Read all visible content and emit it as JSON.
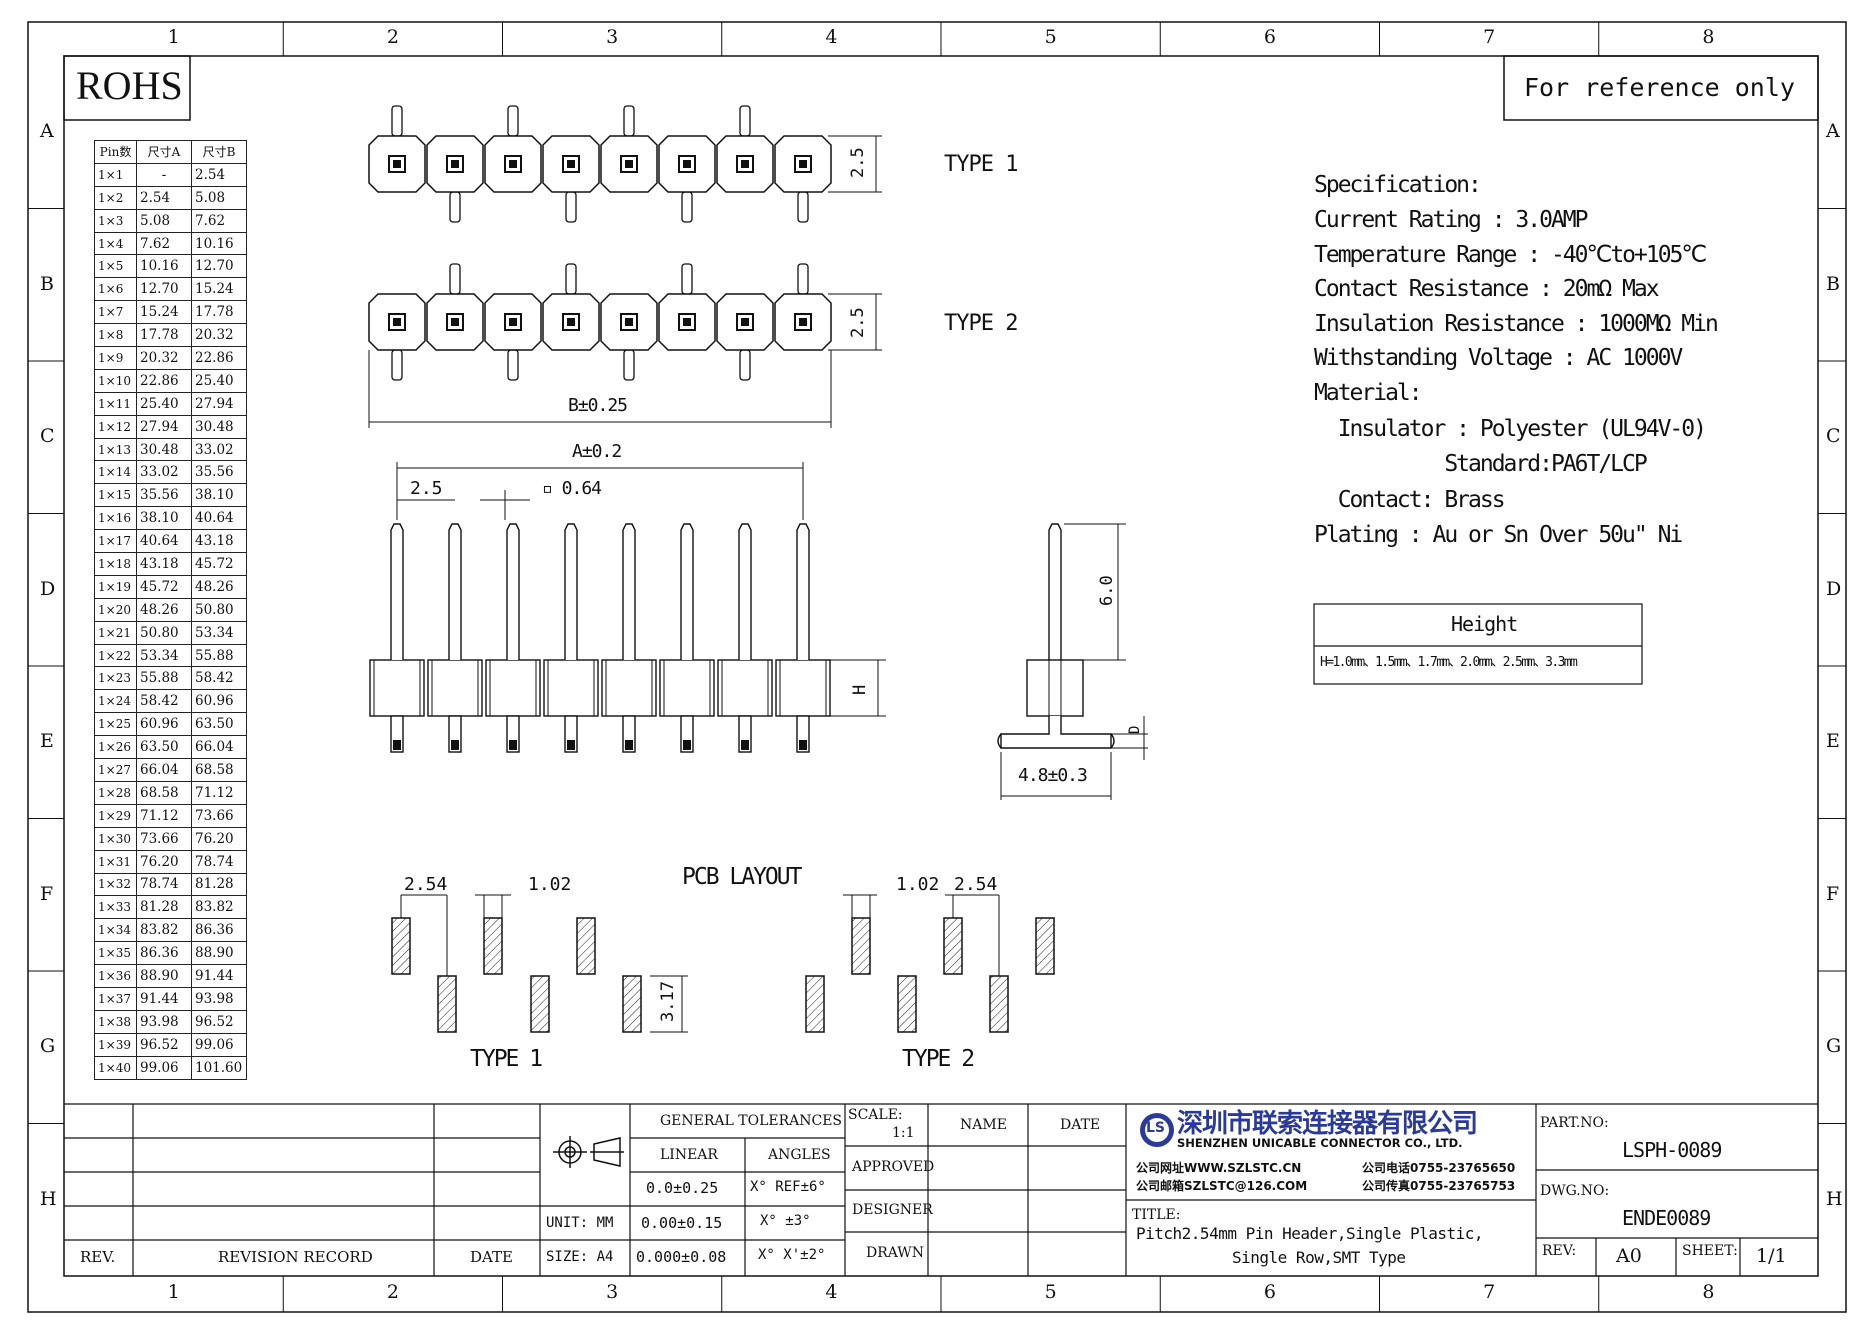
{
  "border": {
    "columns": [
      "1",
      "2",
      "3",
      "4",
      "5",
      "6",
      "7",
      "8"
    ],
    "rows": [
      "A",
      "B",
      "C",
      "D",
      "E",
      "F",
      "G",
      "H"
    ]
  },
  "header": {
    "rohs": "ROHS",
    "reference": "For reference only"
  },
  "pin_table": {
    "headers": [
      "Pin数",
      "尺寸A",
      "尺寸B"
    ],
    "rows": [
      [
        "1×1",
        "-",
        "2.54"
      ],
      [
        "1×2",
        "2.54",
        "5.08"
      ],
      [
        "1×3",
        "5.08",
        "7.62"
      ],
      [
        "1×4",
        "7.62",
        "10.16"
      ],
      [
        "1×5",
        "10.16",
        "12.70"
      ],
      [
        "1×6",
        "12.70",
        "15.24"
      ],
      [
        "1×7",
        "15.24",
        "17.78"
      ],
      [
        "1×8",
        "17.78",
        "20.32"
      ],
      [
        "1×9",
        "20.32",
        "22.86"
      ],
      [
        "1×10",
        "22.86",
        "25.40"
      ],
      [
        "1×11",
        "25.40",
        "27.94"
      ],
      [
        "1×12",
        "27.94",
        "30.48"
      ],
      [
        "1×13",
        "30.48",
        "33.02"
      ],
      [
        "1×14",
        "33.02",
        "35.56"
      ],
      [
        "1×15",
        "35.56",
        "38.10"
      ],
      [
        "1×16",
        "38.10",
        "40.64"
      ],
      [
        "1×17",
        "40.64",
        "43.18"
      ],
      [
        "1×18",
        "43.18",
        "45.72"
      ],
      [
        "1×19",
        "45.72",
        "48.26"
      ],
      [
        "1×20",
        "48.26",
        "50.80"
      ],
      [
        "1×21",
        "50.80",
        "53.34"
      ],
      [
        "1×22",
        "53.34",
        "55.88"
      ],
      [
        "1×23",
        "55.88",
        "58.42"
      ],
      [
        "1×24",
        "58.42",
        "60.96"
      ],
      [
        "1×25",
        "60.96",
        "63.50"
      ],
      [
        "1×26",
        "63.50",
        "66.04"
      ],
      [
        "1×27",
        "66.04",
        "68.58"
      ],
      [
        "1×28",
        "68.58",
        "71.12"
      ],
      [
        "1×29",
        "71.12",
        "73.66"
      ],
      [
        "1×30",
        "73.66",
        "76.20"
      ],
      [
        "1×31",
        "76.20",
        "78.74"
      ],
      [
        "1×32",
        "78.74",
        "81.28"
      ],
      [
        "1×33",
        "81.28",
        "83.82"
      ],
      [
        "1×34",
        "83.82",
        "86.36"
      ],
      [
        "1×35",
        "86.36",
        "88.90"
      ],
      [
        "1×36",
        "88.90",
        "91.44"
      ],
      [
        "1×37",
        "91.44",
        "93.98"
      ],
      [
        "1×38",
        "93.98",
        "96.52"
      ],
      [
        "1×39",
        "96.52",
        "99.06"
      ],
      [
        "1×40",
        "99.06",
        "101.60"
      ]
    ]
  },
  "drawing": {
    "type1": "TYPE 1",
    "type2": "TYPE 2",
    "dim_height_top": "2.5",
    "dim_b": "B±0.25",
    "dim_a": "A±0.2",
    "dim_pitch": "2.5",
    "dim_pin": "▫ 0.64",
    "dim_h": "H",
    "dim_6": "6.0",
    "dim_d": "D",
    "dim_foot": "4.8±0.3",
    "pcb_layout": "PCB LAYOUT",
    "pcb_254_left": "2.54",
    "pcb_102_left": "1.02",
    "pcb_317": "3.17",
    "pcb_102_right": "1.02",
    "pcb_254_right": "2.54",
    "pcb_type1": "TYPE 1",
    "pcb_type2": "TYPE 2"
  },
  "spec": {
    "lines": [
      "Specification:",
      "Current Rating : 3.0AMP",
      "Temperature Range : -40℃to+105℃",
      "Contact Resistance : 20mΩ Max",
      "Insulation Resistance : 1000MΩ Min",
      "Withstanding Voltage : AC 1000V",
      "Material:",
      "  Insulator : Polyester (UL94V-0)",
      "           Standard:PA6T/LCP",
      "  Contact: Brass",
      "Plating : Au or Sn Over 50u\" Ni"
    ]
  },
  "height_box": {
    "title": "Height",
    "value": "H=1.0mm、1.5mm、1.7mm、2.0mm、2.5mm、3.3mm"
  },
  "title_block": {
    "rev": "REV.",
    "revision_record": "REVISION RECORD",
    "date_col": "DATE",
    "unit": "UNIT: MM",
    "size": "SIZE: A4",
    "general_tolerances": "GENERAL TOLERANCES",
    "linear": "LINEAR",
    "angles": "ANGLES",
    "lin1": "0.0±0.25",
    "lin2": "0.00±0.15",
    "lin3": "0.000±0.08",
    "ang1": "X° REF±6°",
    "ang2": "X° ±3°",
    "ang3": "X° X'±2°",
    "scale_label": "SCALE:",
    "scale_value": "1:1",
    "approved": "APPROVED",
    "designer": "DESIGNER",
    "drawn": "DRAWN",
    "name": "NAME",
    "date": "DATE",
    "company_cn": "深圳市联索连接器有限公司",
    "company_en": "SHENZHEN UNICABLE CONNECTOR CO., LTD.",
    "website": "公司网址WWW.SZLSTC.CN",
    "email": "公司邮箱SZLSTC@126.COM",
    "phone": "公司电话0755-23765650",
    "fax": "公司传真0755-23765753",
    "logo": "LS",
    "title_label": "TITLE:",
    "title_line1": "Pitch2.54mm Pin Header,Single Plastic,",
    "title_line2": "Single Row,SMT Type",
    "part_no_label": "PART.NO:",
    "part_no": "LSPH-0089",
    "dwg_no_label": "DWG.NO:",
    "dwg_no": "ENDE0089",
    "rev_label": "REV:",
    "rev_value": "A0",
    "sheet_label": "SHEET:",
    "sheet_value": "1/1"
  }
}
